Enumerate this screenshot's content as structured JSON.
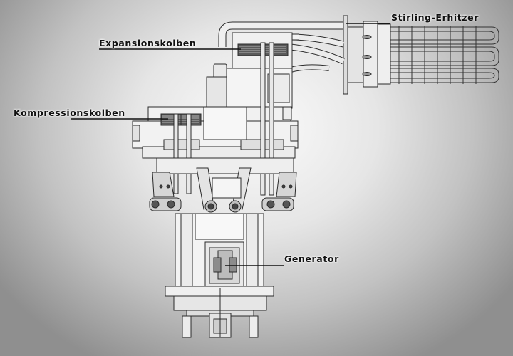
{
  "labels": {
    "stirling_heater": "Stirling-Erhitzer",
    "expansion_piston": "Expansionskolben",
    "compression_piston": "Kompressionskolben",
    "generator": "Generator"
  },
  "colors": {
    "line": "#2b2b2b",
    "body": "#f2f2f2",
    "shade": "#c9c9c9",
    "leader": "#111111"
  }
}
